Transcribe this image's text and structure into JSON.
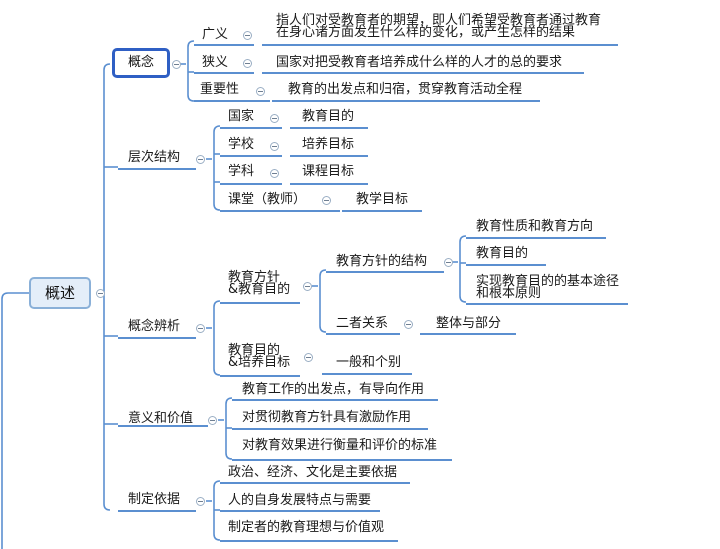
{
  "mindmap": {
    "root": "概述",
    "branches": [
      {
        "label": "概念",
        "children": [
          {
            "label": "广义",
            "detail": "指人们对受教育者的期望，即人们希望受教育者通过教育\n在身心诸方面发生什么样的变化，或产生怎样的结果"
          },
          {
            "label": "狭义",
            "detail": "国家对把受教育者培养成什么样的人才的总的要求"
          },
          {
            "label": "重要性",
            "detail": "教育的出发点和归宿，贯穿教育活动全程"
          }
        ]
      },
      {
        "label": "层次结构",
        "children": [
          {
            "label": "国家",
            "detail": "教育目的"
          },
          {
            "label": "学校",
            "detail": "培养目标"
          },
          {
            "label": "学科",
            "detail": "课程目标"
          },
          {
            "label": "课堂（教师）",
            "detail": "教学目标"
          }
        ]
      },
      {
        "label": "概念辨析",
        "children": [
          {
            "label": "教育方针\n&教育目的",
            "children": [
              {
                "label": "教育方针的结构",
                "items": [
                  "教育性质和教育方向",
                  "教育目的",
                  "实现教育目的的基本途径\n和根本原则"
                ]
              },
              {
                "label": "二者关系",
                "detail": "整体与部分"
              }
            ]
          },
          {
            "label": "教育目的\n&培养目标",
            "detail": "一般和个别"
          }
        ]
      },
      {
        "label": "意义和价值",
        "items": [
          "教育工作的出发点，有导向作用",
          "对贯彻教育方针具有激励作用",
          "对教育效果进行衡量和评价的标准"
        ]
      },
      {
        "label": "制定依据",
        "items": [
          "政治、经济、文化是主要依据",
          "人的自身发展特点与需要",
          "制定者的教育理想与价值观"
        ]
      }
    ]
  }
}
